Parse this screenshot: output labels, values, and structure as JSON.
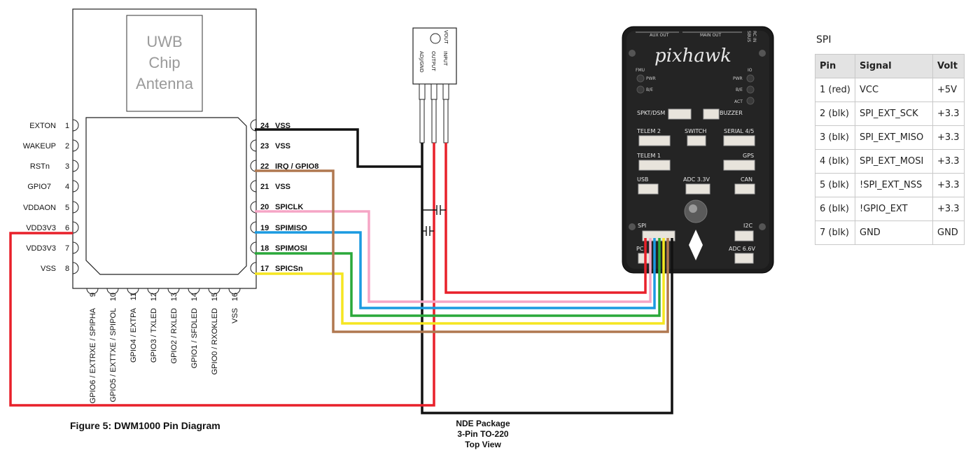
{
  "dwm1000": {
    "chip_label": [
      "UWB",
      "Chip",
      "Antenna"
    ],
    "left_pins": [
      {
        "name": "EXTON",
        "num": "1"
      },
      {
        "name": "WAKEUP",
        "num": "2"
      },
      {
        "name": "RSTn",
        "num": "3"
      },
      {
        "name": "GPIO7",
        "num": "4"
      },
      {
        "name": "VDDAON",
        "num": "5"
      },
      {
        "name": "VDD3V3",
        "num": "6"
      },
      {
        "name": "VDD3V3",
        "num": "7"
      },
      {
        "name": "VSS",
        "num": "8"
      }
    ],
    "right_pins": [
      {
        "num": "24",
        "name": "VSS"
      },
      {
        "num": "23",
        "name": "VSS"
      },
      {
        "num": "22",
        "name": "IRQ / GPIO8"
      },
      {
        "num": "21",
        "name": "VSS"
      },
      {
        "num": "20",
        "name": "SPICLK"
      },
      {
        "num": "19",
        "name": "SPIMISO"
      },
      {
        "num": "18",
        "name": "SPIMOSI"
      },
      {
        "num": "17",
        "name": "SPICSn"
      }
    ],
    "bottom_pins": [
      {
        "num": "9",
        "name": "GPIO6 / EXTRXE / SPIPHA"
      },
      {
        "num": "10",
        "name": "GPIO5 / EXTTXE / SPIPOL"
      },
      {
        "num": "11",
        "name": "GPIO4 / EXTPA"
      },
      {
        "num": "12",
        "name": "GPIO3 / TXLED"
      },
      {
        "num": "13",
        "name": "GPIO2 / RXLED"
      },
      {
        "num": "14",
        "name": "GPIO1 / SFDLED"
      },
      {
        "num": "15",
        "name": "GPIO0 / RXOKLED"
      },
      {
        "num": "16",
        "name": "VSS"
      }
    ]
  },
  "regulator": {
    "pins": [
      "ADJ/GND",
      "OUTPUT",
      "INPUT"
    ],
    "vout_label": "VOUT",
    "package_lines": [
      "NDE Package",
      "3-Pin TO-220",
      "Top View"
    ]
  },
  "pixhawk": {
    "brand": "pixhawk",
    "labels": [
      "AUX OUT",
      "MAIN OUT",
      "SBUS",
      "RC IN",
      "FMU",
      "PWR",
      "B/E",
      "PWR",
      "IO",
      "B/E",
      "ACT",
      "SPKT/DSM",
      "BUZZER",
      "TELEM 2",
      "SWITCH",
      "SERIAL 4/5",
      "TELEM 1",
      "GPS",
      "USB",
      "ADC 3.3V",
      "CAN",
      "SPI",
      "I2C",
      "PC",
      "ADC 6.6V"
    ]
  },
  "figure_caption": "Figure 5: DWM1000 Pin Diagram",
  "spi_table": {
    "title": "SPI",
    "headers": [
      "Pin",
      "Signal",
      "Volt"
    ],
    "rows": [
      [
        "1 (red)",
        "VCC",
        "+5V"
      ],
      [
        "2 (blk)",
        "SPI_EXT_SCK",
        "+3.3"
      ],
      [
        "3 (blk)",
        "SPI_EXT_MISO",
        "+3.3"
      ],
      [
        "4 (blk)",
        "SPI_EXT_MOSI",
        "+3.3"
      ],
      [
        "5 (blk)",
        "!SPI_EXT_NSS",
        "+3.3"
      ],
      [
        "6 (blk)",
        "!GPIO_EXT",
        "+3.3"
      ],
      [
        "7 (blk)",
        "GND",
        "GND"
      ]
    ]
  },
  "wire_colors": {
    "red": "#e8202a",
    "black": "#111111",
    "brown": "#b07850",
    "pink": "#f5a5c5",
    "blue": "#1a9ae0",
    "green": "#2aa83a",
    "yellow": "#f5e620"
  }
}
